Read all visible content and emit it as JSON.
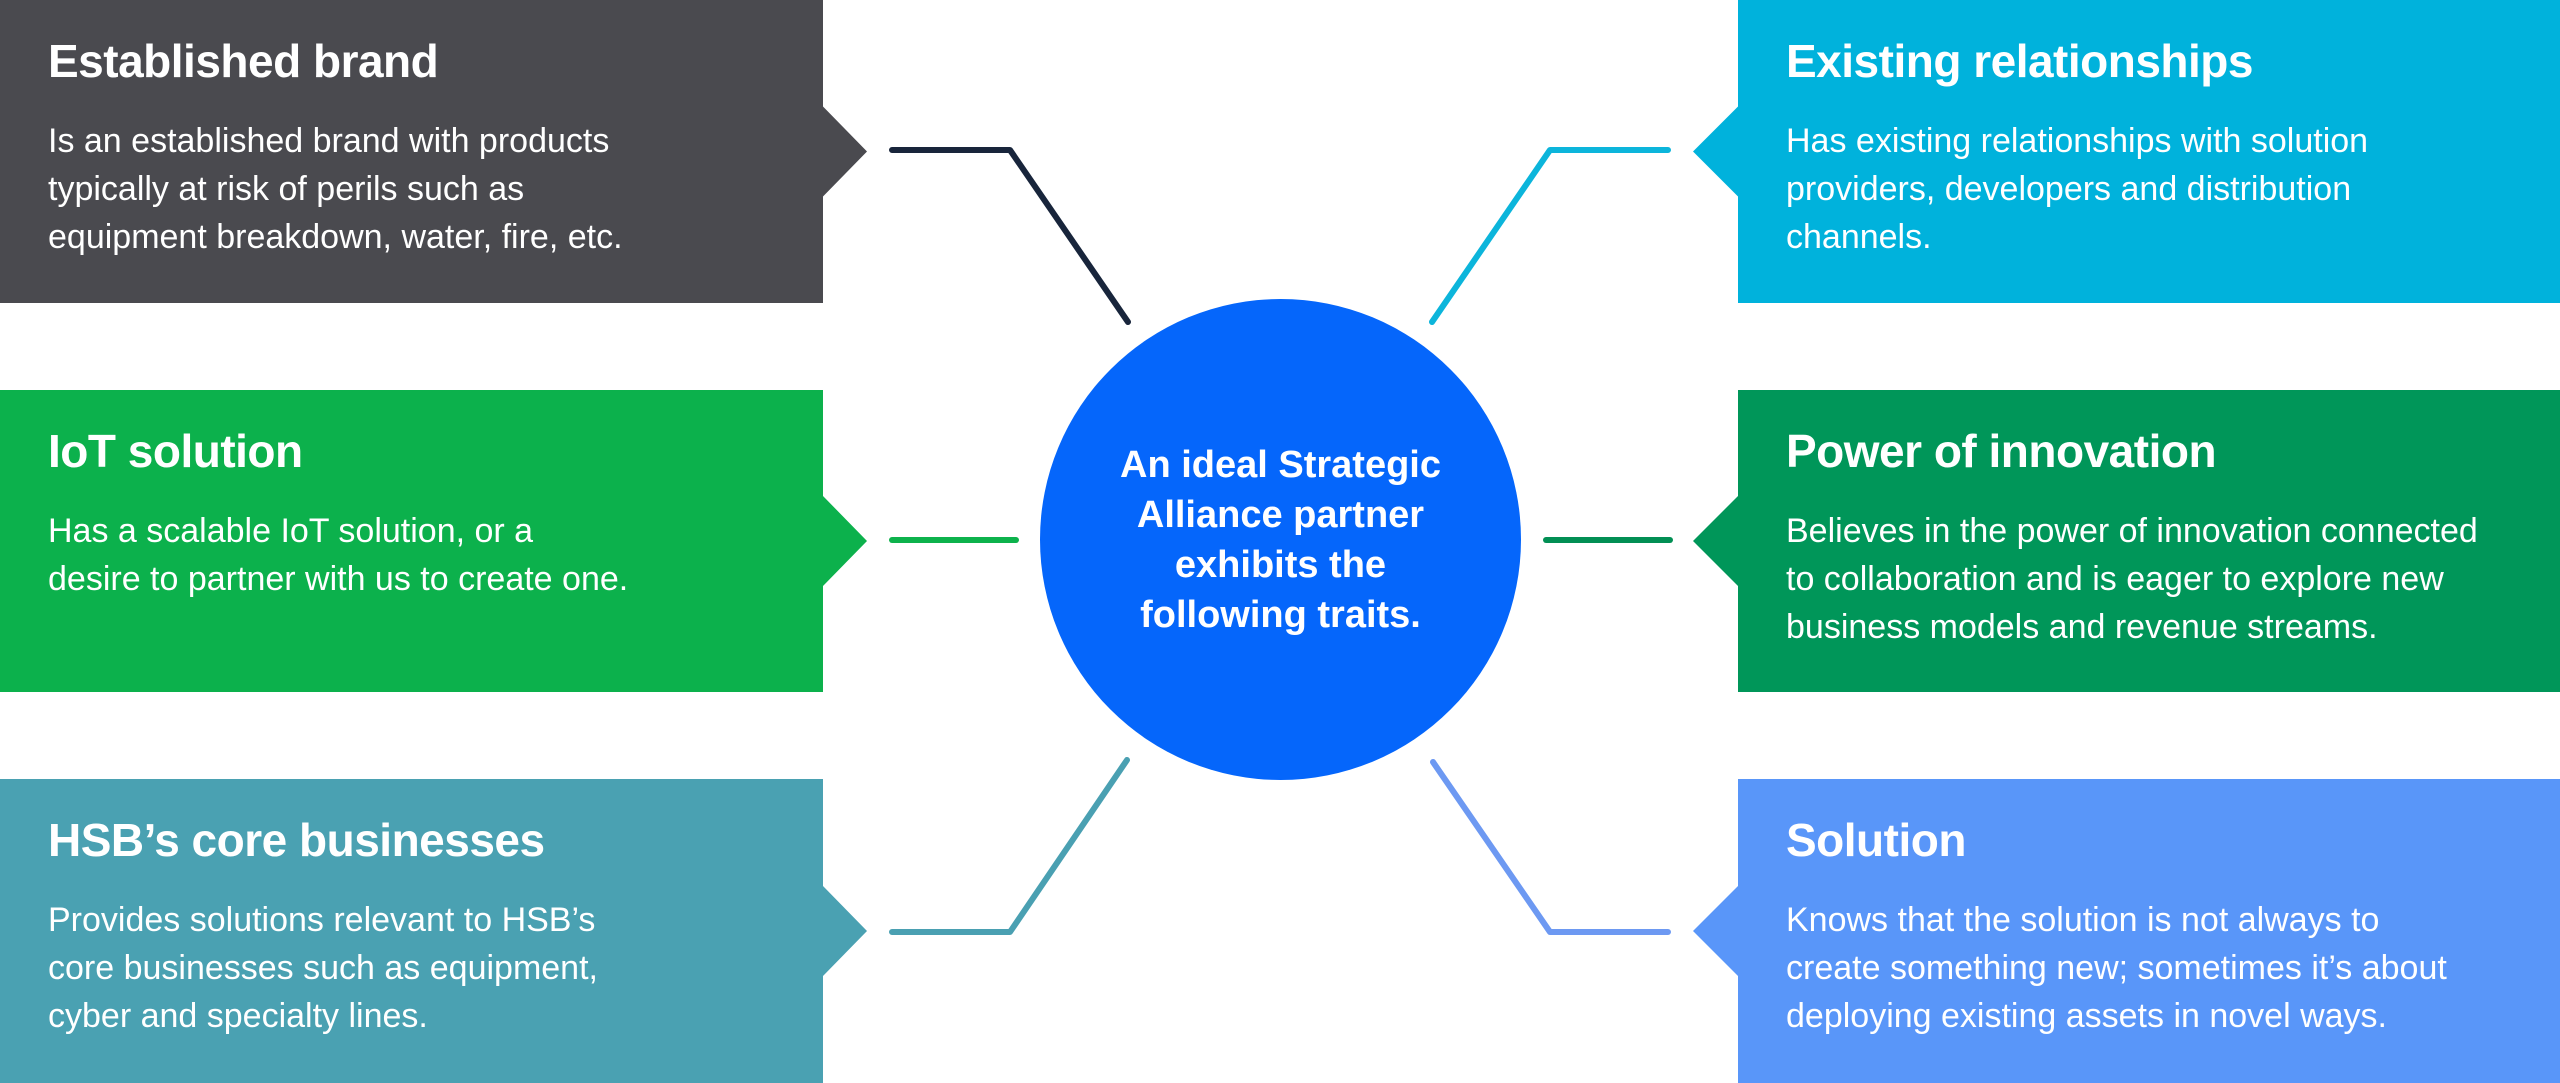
{
  "diagram": {
    "center": {
      "text": "An ideal Strategic\nAlliance partner\nexhibits the\nfollowing traits.",
      "color": "#0566FB",
      "text_color": "#FFFFFF"
    },
    "boxes": [
      {
        "id": "established-brand",
        "position": "top-left",
        "color": "#4A4A4F",
        "connector_color": "#18253B",
        "title": "Established brand",
        "body": "Is an established brand with products\ntypically at risk of perils such as\nequipment breakdown, water, fire, etc."
      },
      {
        "id": "existing-relationships",
        "position": "top-right",
        "color": "#00B2DC",
        "connector_color": "#0CB5DB",
        "title": "Existing relationships",
        "body": "Has existing relationships with solution\nproviders, developers and distribution\nchannels."
      },
      {
        "id": "iot-solution",
        "position": "middle-left",
        "color": "#0CB14C",
        "connector_color": "#0DB24C",
        "title": "IoT solution",
        "body": "Has a scalable IoT solution, or a\ndesire to partner with us to create one."
      },
      {
        "id": "power-of-innovation",
        "position": "middle-right",
        "color": "#009659",
        "connector_color": "#028F54",
        "title": "Power of innovation",
        "body": "Believes in the power of innovation connected\nto collaboration and is eager to explore new\nbusiness models and revenue streams."
      },
      {
        "id": "hsb-core-businesses",
        "position": "bottom-left",
        "color": "#4AA1B2",
        "connector_color": "#4AA0B2",
        "title": "HSB’s core businesses",
        "body": "Provides solutions relevant to HSB’s\ncore businesses such as equipment,\ncyber and specialty lines."
      },
      {
        "id": "solution",
        "position": "bottom-right",
        "color": "#5996F9",
        "connector_color": "#6D99F2",
        "title": "Solution",
        "body": "Knows that the solution is not always to\ncreate something new; sometimes it’s about\ndeploying existing assets in novel ways."
      }
    ]
  }
}
